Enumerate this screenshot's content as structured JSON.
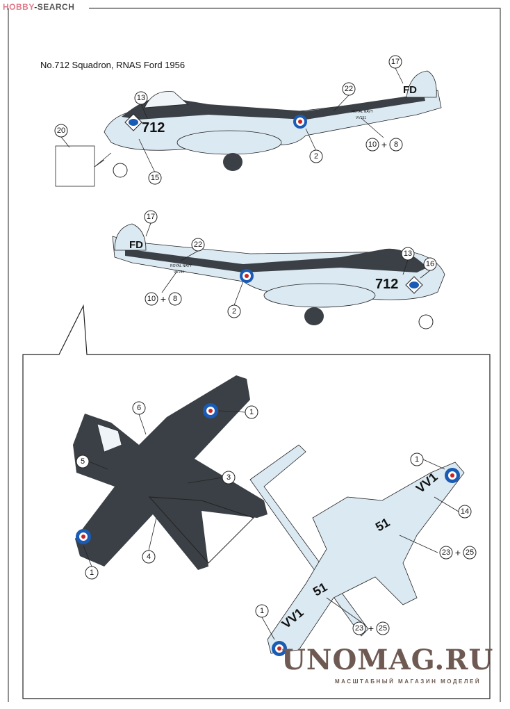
{
  "logo": {
    "brand_a": "HOBBY",
    "brand_b": "SEARCH"
  },
  "title": "No.712 Squadron, RNAS Ford 1956",
  "aircraft_markings": {
    "code": "712",
    "tail_code": "FD",
    "service": "ROYAL NAVY",
    "serial": "VV151",
    "underwing": "VV1",
    "underwing_num": "51"
  },
  "callouts": {
    "top": {
      "c13": "13",
      "c20": "20",
      "c15": "15",
      "c2": "2",
      "c22": "22",
      "c17": "17",
      "c10": "10",
      "c8": "8"
    },
    "middle": {
      "c17": "17",
      "c22": "22",
      "c10": "10",
      "c8": "8",
      "c2": "2",
      "c13": "13",
      "c16": "16"
    },
    "plan_top": {
      "c6": "6",
      "c1a": "1",
      "c5": "5",
      "c3": "3",
      "c4": "4",
      "c1b": "1"
    },
    "plan_bottom": {
      "c1a": "1",
      "c14": "14",
      "c23a": "23",
      "c25a": "25",
      "c1b": "1",
      "c23b": "23",
      "c25b": "25"
    }
  },
  "plus": "+",
  "watermark": {
    "name": "UNOMAG.RU",
    "tagline": "МАСШТАБНЫЙ МАГАЗИН МОДЕЛЕЙ"
  },
  "colors": {
    "dark_sea_grey": "#3b4046",
    "sky": "#dbe9f2",
    "roundel_blue": "#1a5bb5"
  }
}
